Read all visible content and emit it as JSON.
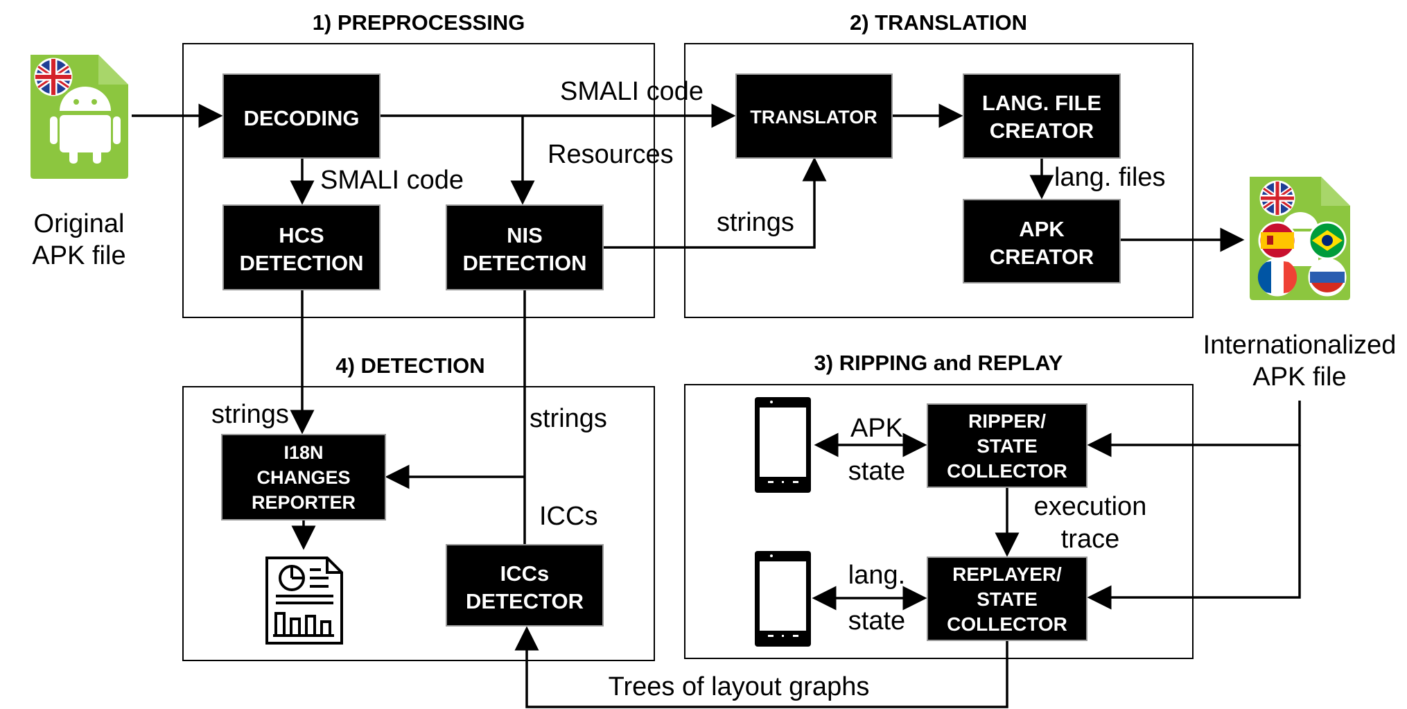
{
  "stages": {
    "preprocessing": "1) PREPROCESSING",
    "translation": "2) TRANSLATION",
    "ripping": "3) RIPPING and REPLAY",
    "detection": "4) DETECTION"
  },
  "nodes": {
    "decoding": [
      "DECODING"
    ],
    "hcs": [
      "HCS",
      "DETECTION"
    ],
    "nis": [
      "NIS",
      "DETECTION"
    ],
    "translator": [
      "TRANSLATOR"
    ],
    "lang_file_creator": [
      "LANG. FILE",
      "CREATOR"
    ],
    "apk_creator": [
      "APK",
      "CREATOR"
    ],
    "ripper": [
      "RIPPER/",
      "STATE",
      "COLLECTOR"
    ],
    "replayer": [
      "REPLAYER/",
      "STATE",
      "COLLECTOR"
    ],
    "i18n_reporter": [
      "I18N",
      "CHANGES",
      "REPORTER"
    ],
    "iccs_detector": [
      "ICCs",
      "DETECTOR"
    ]
  },
  "edge_labels": {
    "smali_top": "SMALI code",
    "resources": "Resources",
    "smali_down": "SMALI code",
    "strings_translator": "strings",
    "lang_files": "lang. files",
    "strings_hcs": "strings",
    "strings_nis": "strings",
    "iccs": "ICCs",
    "apk": "APK",
    "state_top": "state",
    "lang": "lang.",
    "state_bottom": "state",
    "execution": "execution",
    "trace": "trace",
    "trees": "Trees of layout graphs"
  },
  "captions": {
    "original_apk": [
      "Original",
      "APK file"
    ],
    "internationalized_apk": [
      "Internationalized",
      "APK file"
    ]
  },
  "icons": {
    "original_apk": "android-apk-file-icon",
    "internationalized_apk": "internationalized-apk-file-icon",
    "report": "report-document-icon",
    "device": "smartphone-icon"
  },
  "colors": {
    "node_fill": "#000000",
    "apk_green": "#8cc63f"
  }
}
